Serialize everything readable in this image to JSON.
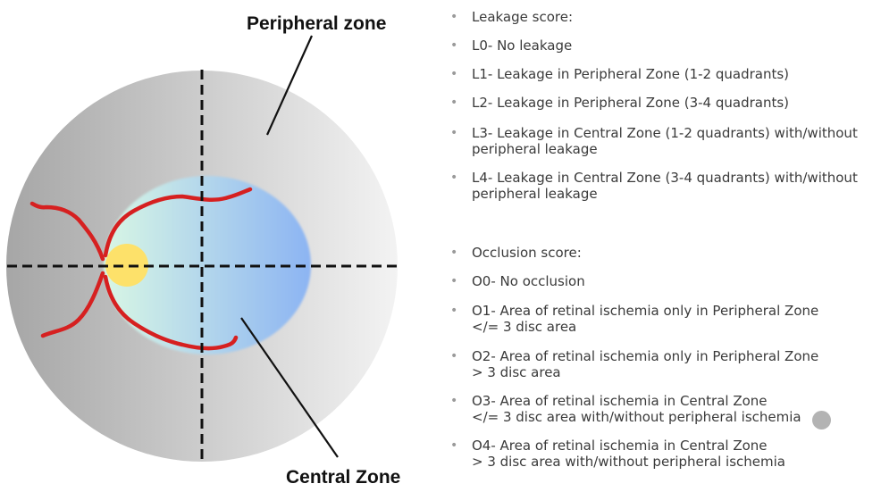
{
  "diagram": {
    "peripheral_label": "Peripheral zone",
    "central_label": "Central Zone",
    "colors": {
      "peripheral_dark": "#a6a6a6",
      "peripheral_light": "#f3f3f3",
      "central_left": "#d8f7e4",
      "central_right": "#8cb4f3",
      "optic_disc": "#fde16a",
      "vessels": "#d62020",
      "axes": "#111111"
    }
  },
  "leakage": {
    "title": "Leakage score:",
    "items": [
      [
        "L0- No leakage"
      ],
      [
        "L1- Leakage in Peripheral Zone (1-2 quadrants)"
      ],
      [
        "L2- Leakage in Peripheral Zone (3-4 quadrants)"
      ],
      [
        "L3- Leakage in Central Zone (1-2 quadrants) with/without",
        "peripheral leakage"
      ],
      [
        "L4- Leakage in Central Zone (3-4 quadrants) with/without",
        "peripheral leakage"
      ]
    ]
  },
  "occlusion": {
    "title": "Occlusion score:",
    "items": [
      [
        "O0- No occlusion"
      ],
      [
        "O1- Area of retinal ischemia only in Peripheral Zone",
        "</= 3 disc area"
      ],
      [
        "O2- Area of retinal ischemia only in Peripheral Zone",
        "> 3 disc area"
      ],
      [
        "O3- Area of retinal ischemia in Central Zone",
        "</= 3 disc area with/without peripheral ischemia"
      ],
      [
        "O4- Area of retinal ischemia in Central Zone",
        "> 3 disc area with/without peripheral ischemia"
      ]
    ]
  }
}
